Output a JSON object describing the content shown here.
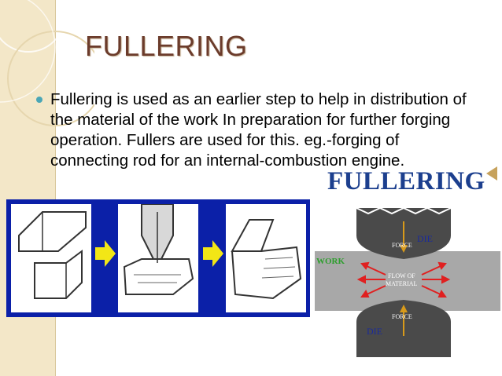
{
  "slide": {
    "title": "FULLERING",
    "bullet_text": "Fullering is used as an earlier step to help in distribution of the material of the work In preparation for further forging operation. Fullers are used for this.       eg.-forging of connecting rod for an internal-combustion engine."
  },
  "diagram": {
    "title": "FULLERING",
    "labels": {
      "die_top": "DIE",
      "die_bottom": "DIE",
      "force_top": "FORCE",
      "force_bottom": "FORCE",
      "work": "WORK",
      "flow_line1": "FLOW OF",
      "flow_line2": "MATERIAL"
    },
    "colors": {
      "die": "#4a4a4a",
      "work": "#a8a8a8",
      "arrows": "#e02020",
      "force_arrows": "#d89a1a",
      "labels": "#1a2a9a",
      "work_label": "#2e9e2e",
      "title": "#1c3f8e"
    }
  },
  "colors": {
    "title": "#6b3b2b",
    "bullet": "#4aa6b6",
    "illustration_bg": "#0b20a8",
    "step_arrow": "#f2e616"
  }
}
